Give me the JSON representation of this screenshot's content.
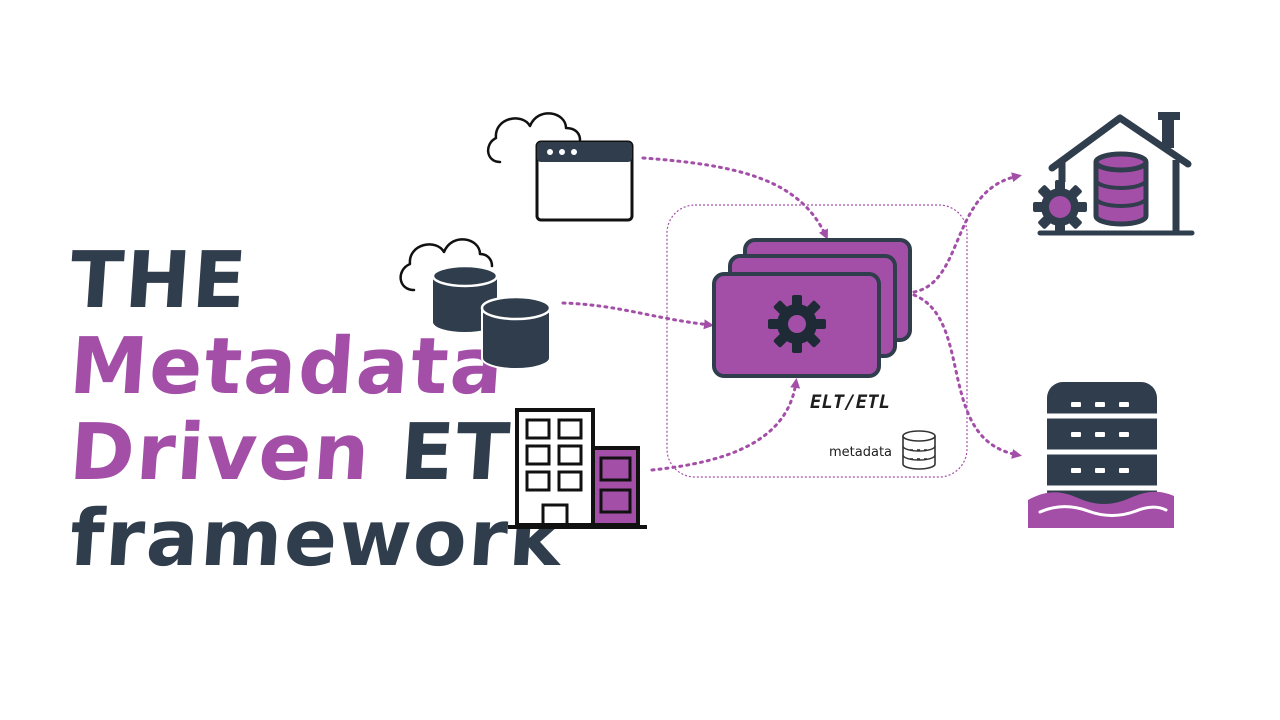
{
  "title": {
    "line1": "THE",
    "line2": "Metadata",
    "line3_a": "Driven",
    "line3_b": "ETL",
    "line4": "framework"
  },
  "center": {
    "process_label": "ELT/ETL",
    "metadata_label": "metadata"
  },
  "icons": {
    "sources": [
      "cloud-app-icon",
      "cloud-database-icon",
      "office-building-icon"
    ],
    "engine": "gear-icon",
    "targets": [
      "data-warehouse-house-icon",
      "data-lake-icon"
    ]
  },
  "colors": {
    "purple": "#a34fa8",
    "dark": "#2f3d4c",
    "border": "#1e2a35"
  }
}
